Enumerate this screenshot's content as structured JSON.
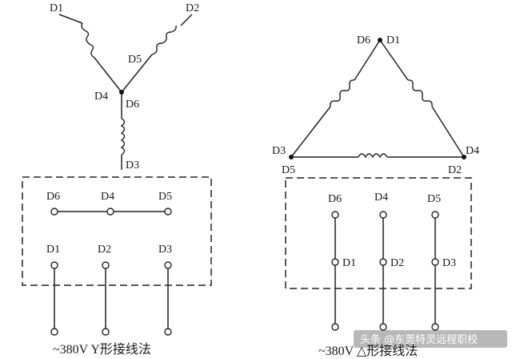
{
  "star": {
    "node_labels": {
      "d1": "D1",
      "d2": "D2",
      "d5": "D5",
      "d4": "D4",
      "d6": "D6",
      "d3": "D3"
    },
    "terminal_labels": {
      "top": [
        "D6",
        "D4",
        "D5"
      ],
      "bottom": [
        "D1",
        "D2",
        "D3"
      ]
    },
    "caption": "~380V Y形接线法"
  },
  "delta": {
    "node_labels": {
      "d6_top": "D6",
      "d1_top": "D1",
      "d3_left": "D3",
      "d5_left": "D5",
      "d4_right": "D4",
      "d2_right": "D2"
    },
    "terminal_labels": {
      "top": [
        "D6",
        "D4",
        "D5"
      ],
      "middle": [
        "D1",
        "D2",
        "D3"
      ]
    },
    "caption": "~380V △形接线法"
  },
  "watermark": "头条 @东莞特灵远程职校"
}
